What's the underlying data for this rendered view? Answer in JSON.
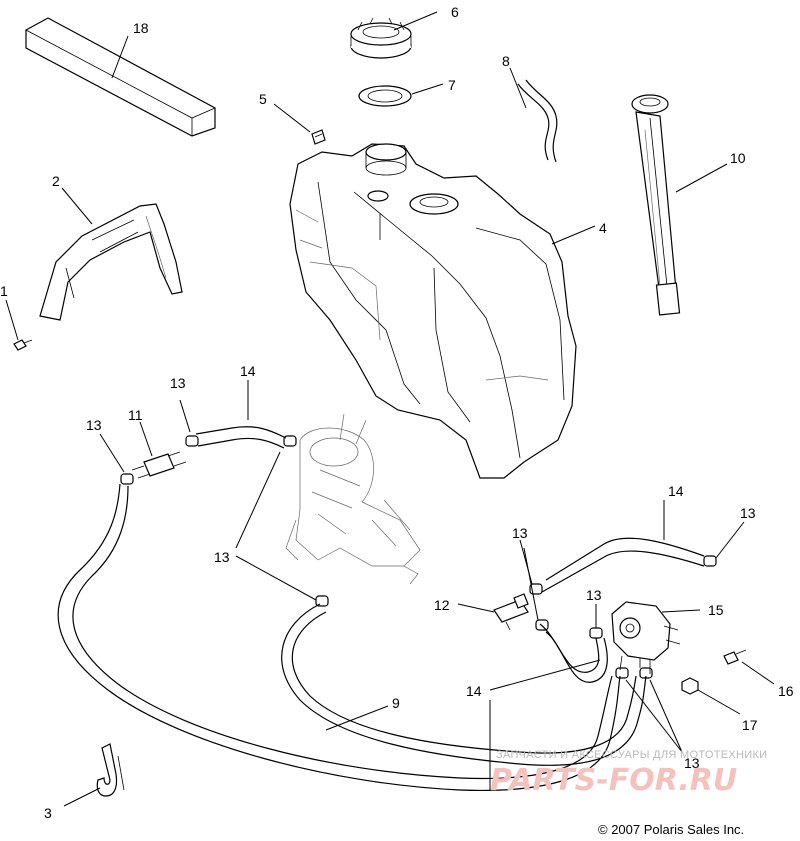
{
  "callouts": {
    "c1": "1",
    "c2": "2",
    "c3": "3",
    "c4": "4",
    "c5": "5",
    "c6": "6",
    "c7": "7",
    "c8": "8",
    "c9": "9",
    "c10": "10",
    "c11": "11",
    "c12": "12",
    "c13": "13",
    "c14": "14",
    "c15": "15",
    "c16": "16",
    "c17": "17",
    "c18": "18"
  },
  "watermark": {
    "tagline": "ЗАПЧАСТИ И АКСЕССУАРЫ ДЛЯ МОТОТЕХНИКИ",
    "site": "PARTS-FOR.RU"
  },
  "copyright": "© 2007  Polaris Sales Inc."
}
